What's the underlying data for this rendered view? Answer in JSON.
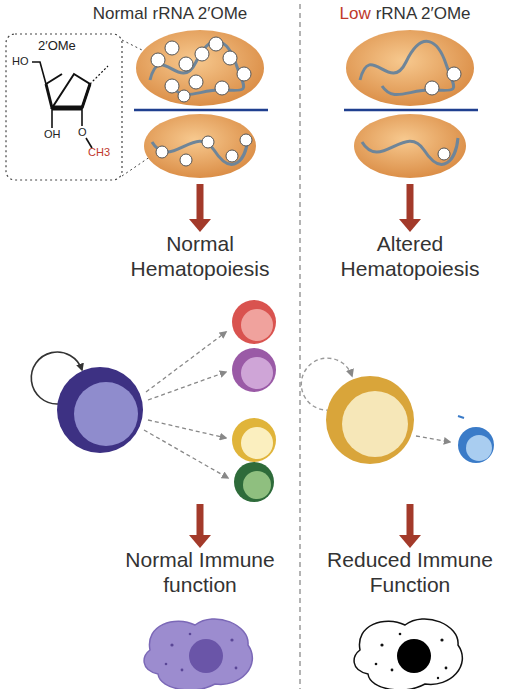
{
  "diagram": {
    "nodes": [
      {
        "text": [
          "Normal",
          "rRNA 2′OMe"
        ]
      },
      {
        "text": [
          "Normal Hematopoiesis"
        ]
      },
      {
        "text": [
          "Normal Immune function"
        ]
      },
      {
        "text": [
          "Low",
          "rRNA 2′OMe"
        ]
      },
      {
        "text": [
          "Altered Hematopoiesis"
        ]
      },
      {
        "text": [
          "Reduced Immune Function"
        ]
      }
    ],
    "edges": [
      {
        "from": 0,
        "to": 1,
        "arrow": "to"
      },
      {
        "from": 1,
        "to": 2,
        "arrow": "to"
      },
      {
        "from": 3,
        "to": 4,
        "arrow": "to"
      },
      {
        "from": 4,
        "to": 5,
        "arrow": "to"
      }
    ],
    "labels": [
      "2′OMe",
      "HO",
      "OH",
      "O",
      "CH3"
    ]
  }
}
